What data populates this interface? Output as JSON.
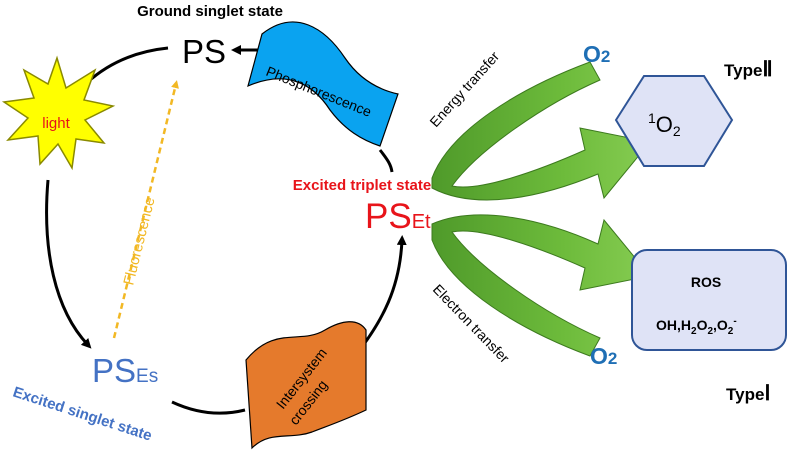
{
  "labels": {
    "ground_singlet_state": "Ground singlet state",
    "ps_ground": "PS",
    "light": "light",
    "fluorescence": "Fluorescence",
    "phosphorescence": "Phosphorescence",
    "excited_triplet_state": "Excited triplet state",
    "ps_triplet_main": "PS",
    "ps_triplet_sub": "Et",
    "ps_singlet_main": "PS",
    "ps_singlet_sub": "Es",
    "excited_singlet_state": "Excited singlet state",
    "intersystem_crossing_line1": "Intersystem",
    "intersystem_crossing_line2": "crossing",
    "energy_transfer": "Energy transfer",
    "electron_transfer": "Electron transfer",
    "o2_top": "O",
    "o2_top_sub": "2",
    "o2_bottom": "O",
    "o2_bottom_sub": "2",
    "type_two": "Type",
    "type_two_numeral": "Ⅱ",
    "type_one": "Type",
    "type_one_numeral": "Ⅰ",
    "singlet_oxygen_sup": "1",
    "singlet_oxygen": "O",
    "singlet_oxygen_sub": "2",
    "ros_title": "ROS",
    "ros_oh": "OH,H",
    "ros_h2_sub": "2",
    "ros_o2": "O",
    "ros_o2_sub": "2",
    "ros_comma": ",O",
    "ros_o2b_sub": "2",
    "ros_minus": "-"
  },
  "colors": {
    "red_text": "#e8141a",
    "blue_text": "#4472c4",
    "dark_blue_text": "#1f6fb5",
    "burst_fill": "#ffff00",
    "banner_blue": "#0aa3f0",
    "banner_orange": "#e57a2c",
    "arrow_green": "#6dbb3b",
    "hex_fill": "#dfe3f6",
    "fluorescence_orange": "#f2b824"
  }
}
